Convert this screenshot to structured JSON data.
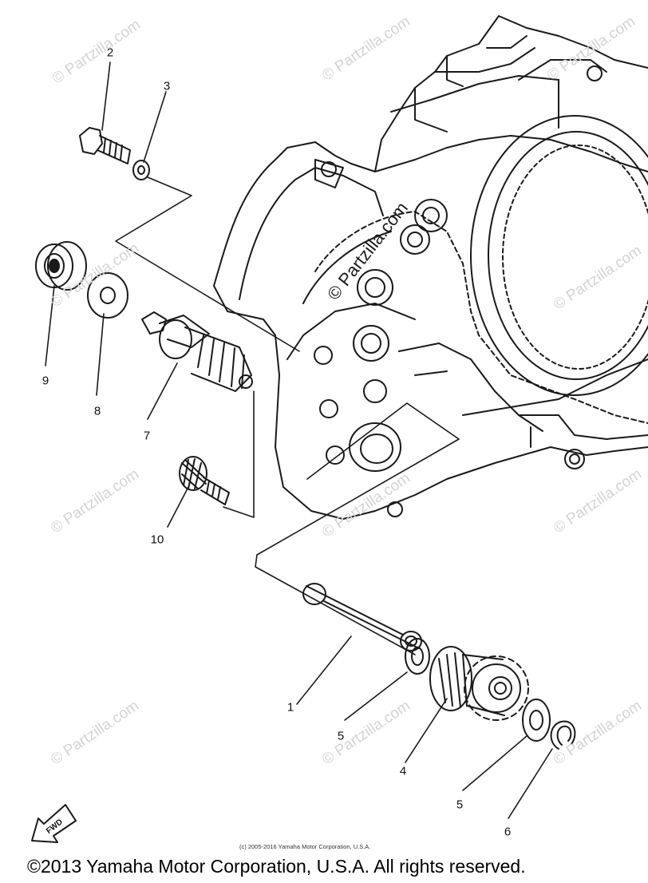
{
  "callouts": [
    "1",
    "2",
    "3",
    "4",
    "5",
    "5",
    "6",
    "7",
    "8",
    "9",
    "10"
  ],
  "watermark": "© Partzilla.com",
  "watermark_center": "© Partzilla.com",
  "fwd_label": "FWD",
  "small_copyright": "(c) 2005-2016 Yamaha Motor Corporation, U.S.A.",
  "copyright": "©2013 Yamaha Motor Corporation, U.S.A. All rights reserved."
}
